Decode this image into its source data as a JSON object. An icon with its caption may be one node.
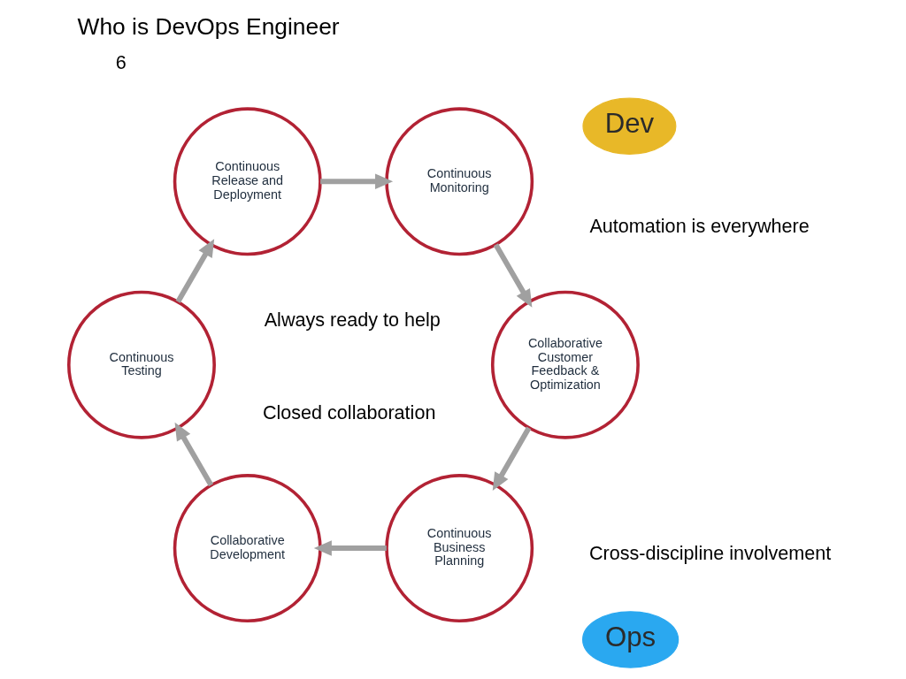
{
  "diagram": {
    "title": "Who is DevOps Engineer",
    "nodes": [
      {
        "text": [
          "Continuous Business Planning"
        ]
      },
      {
        "text": [
          "Collaborative Development"
        ]
      },
      {
        "text": [
          "Continuous Testing"
        ]
      },
      {
        "text": [
          "Continuous Release and Deployment"
        ]
      },
      {
        "text": [
          "Continuous Monitoring"
        ]
      },
      {
        "text": [
          "Collaborative Customer Feedback & Optimization"
        ]
      },
      {
        "text": [
          "Dev"
        ]
      },
      {
        "text": [
          "Ops"
        ]
      }
    ],
    "edges": [
      {
        "from": 0,
        "to": 1,
        "arrow": "to"
      },
      {
        "from": 1,
        "to": 2,
        "arrow": "to"
      },
      {
        "from": 2,
        "to": 3,
        "arrow": "to"
      },
      {
        "from": 3,
        "to": 4,
        "arrow": "to"
      },
      {
        "from": 4,
        "to": 5,
        "arrow": "to"
      },
      {
        "from": 5,
        "to": 0,
        "arrow": "to"
      }
    ],
    "labels": [
      "Always ready to help",
      "Cross-discipline involvement",
      "Automation is everywhere",
      "Closed collaboration",
      "6"
    ]
  }
}
